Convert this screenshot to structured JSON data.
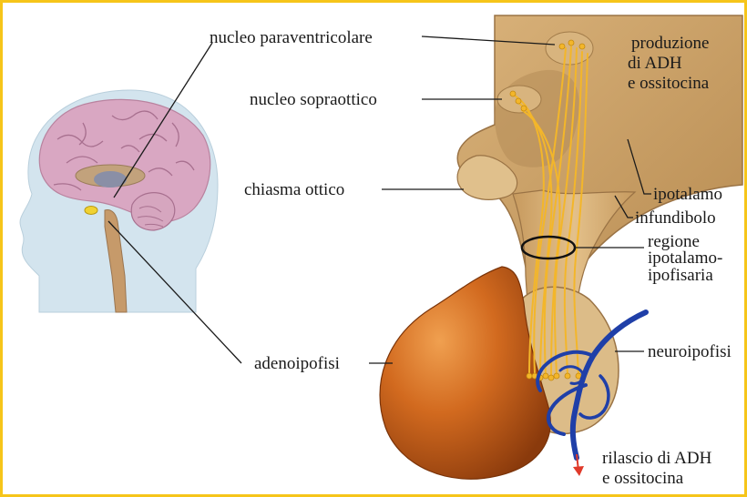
{
  "colors": {
    "frame": "#f6c51a",
    "hypothalamus": "#c9a36b",
    "gland": "#c8641c",
    "vessel": "#1f3fa8",
    "nerve_fiber": "#f3b62a",
    "release_arrow": "#e03a2a"
  },
  "labels": {
    "paraventricular": "nucleo paraventricolare",
    "supraoptic": "nucleo sopraottico",
    "optic_chiasm": "chiasma ottico",
    "adenohypophysis": "adenoipofisi",
    "production_1": "produzione",
    "production_2": "di ADH",
    "production_3": "e ossitocina",
    "hypothalamus": "ipotalamo",
    "infundibulum": "infundibolo",
    "region_1": "regione",
    "region_2": "ipotalamo-",
    "region_3": "ipofisaria",
    "neurohypophysis": "neuroipofisi",
    "release_1": "rilascio di ADH",
    "release_2": "e ossitocina"
  }
}
